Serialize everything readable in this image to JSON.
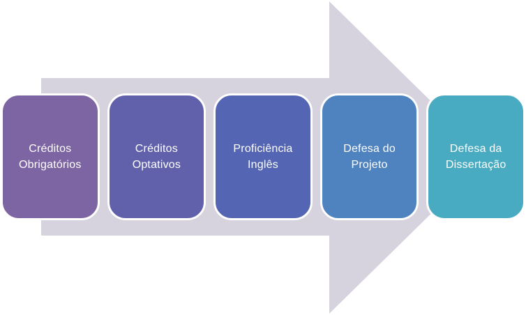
{
  "diagram": {
    "type": "process-arrow",
    "arrow_color": "#D6D2DE",
    "text_color": "#FFFFFF",
    "steps": [
      {
        "label": "Créditos Obrigatórios",
        "color": "#7D64A2"
      },
      {
        "label": "Créditos Optativos",
        "color": "#6161AB"
      },
      {
        "label": "Proficiência Inglês",
        "color": "#5466B3"
      },
      {
        "label": "Defesa do Projeto",
        "color": "#4E83BF"
      },
      {
        "label": "Defesa da Dissertação",
        "color": "#49ABC1"
      }
    ]
  }
}
